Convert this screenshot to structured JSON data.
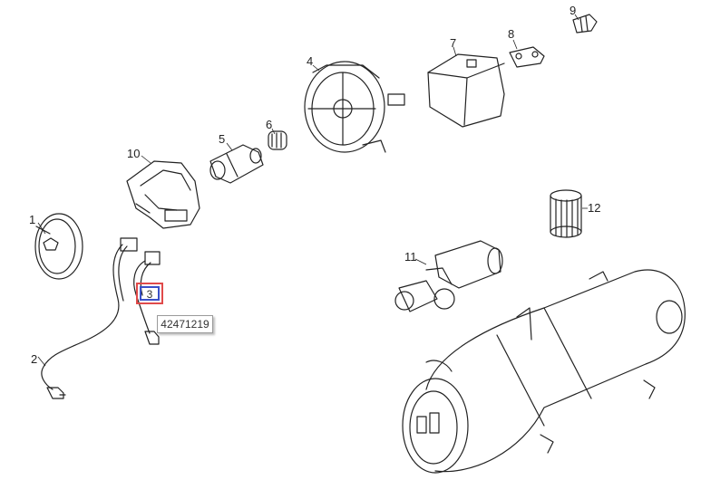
{
  "callouts": {
    "c1": "1",
    "c2": "2",
    "c3": "3",
    "c4": "4",
    "c5": "5",
    "c6": "6",
    "c7": "7",
    "c8": "8",
    "c9": "9",
    "c10": "10",
    "c11": "11",
    "c12": "12"
  },
  "selected": {
    "label": "3",
    "part_number": "42471219"
  },
  "colors": {
    "highlight_outer": "#e04a4a",
    "highlight_inner": "#3a50c8",
    "line": "#222222"
  }
}
